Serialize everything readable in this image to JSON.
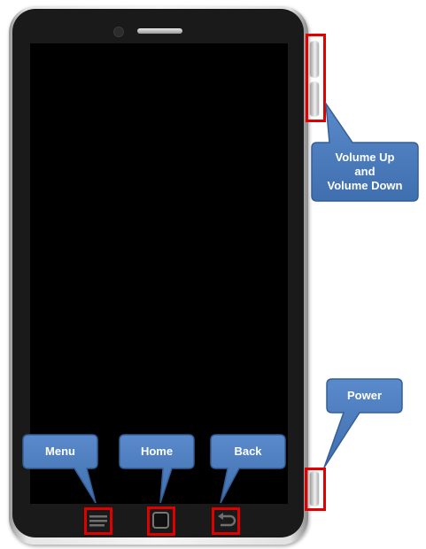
{
  "callouts": {
    "volume_line1": "Volume Up",
    "volume_line2": "and",
    "volume_line3": "Volume Down",
    "power": "Power",
    "menu": "Menu",
    "home": "Home",
    "back": "Back"
  },
  "colors": {
    "callout_fill": "#4a7ab8",
    "callout_border": "#355f96",
    "highlight": "#e00000",
    "screen": "#000000"
  },
  "icons": {
    "menu": "menu-lines-icon",
    "home": "home-square-icon",
    "back": "back-arrow-icon"
  }
}
